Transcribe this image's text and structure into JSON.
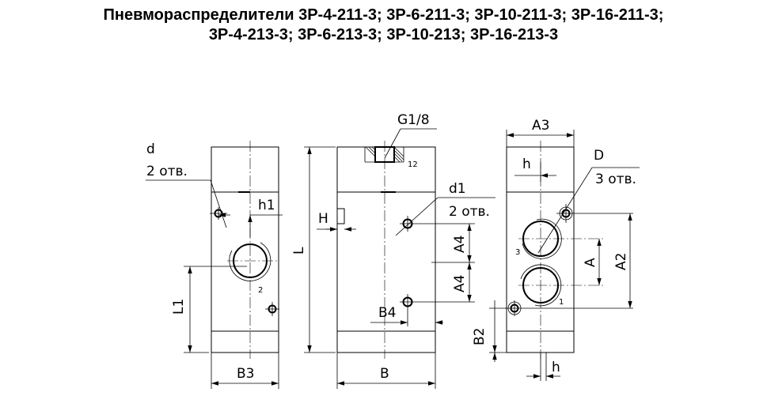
{
  "title": {
    "line1": "Пневмораспределители 3Р-4-211-3; 3Р-6-211-3; 3Р-10-211-3; 3Р-16-211-3;",
    "line2": "3Р-4-213-3; 3Р-6-213-3; 3Р-10-213; 3Р-16-213-3"
  },
  "labels": {
    "d": "d",
    "d_count": "2 отв.",
    "h1": "h1",
    "L1": "L1",
    "port2": "2",
    "B3": "B3",
    "G": "G1/8",
    "port12": "12",
    "d1": "d1",
    "d1_count": "2 отв.",
    "H": "H",
    "L": "L",
    "A4_top": "A4",
    "A4_bottom": "A4",
    "B4": "B4",
    "B": "B",
    "A3": "A3",
    "D": "D",
    "D_count": "3 отв.",
    "h_top": "h",
    "port3": "3",
    "A": "A",
    "A2": "A2",
    "port1": "1",
    "B2": "B2",
    "h_bottom": "h"
  }
}
